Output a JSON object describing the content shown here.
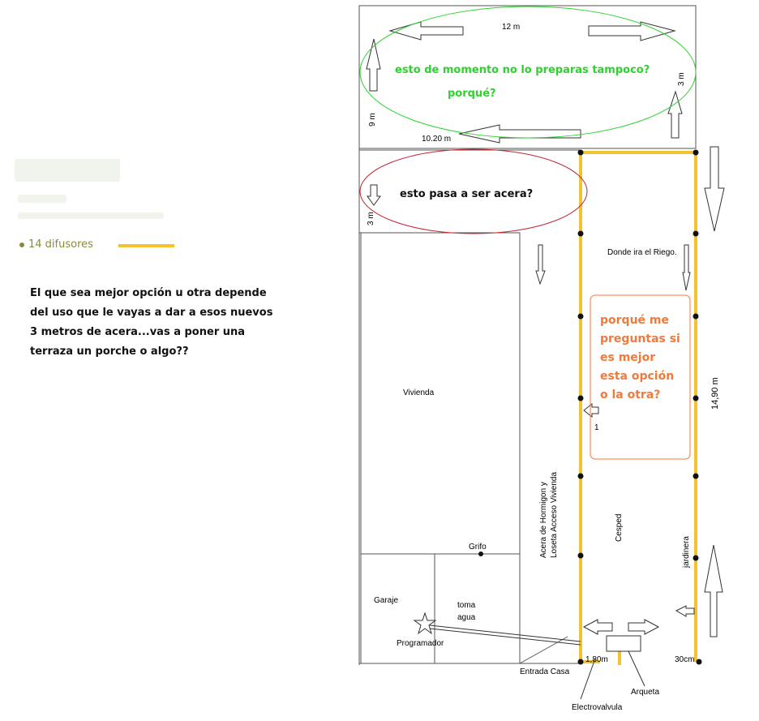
{
  "legend": {
    "diffusers_label": "14 difusores",
    "pipe_color": "#f2c230"
  },
  "note_left": "El que sea mejor opción u otra depende del uso que le vayas a dar a esos nuevos 3 metros de acera...vas a poner una terraza un porche o algo??",
  "dimensions": {
    "top_width": "12 m",
    "top_height": "9 m",
    "mid_width": "10.20 m",
    "strip_height": "3 m",
    "right_length": "14,90 m",
    "right_small": "3 m",
    "bottom_left": "1,80m",
    "bottom_right": "30cm"
  },
  "labels": {
    "vivienda": "Vivienda",
    "acera": "Acera de Hormigon y Loseta Acceso Vivienda",
    "cesped": "Cesped",
    "jardinera": "jardinera",
    "riego": "Donde ira el Riego.",
    "grifo": "Grifo",
    "garaje": "Garaje",
    "toma_agua": "toma agua",
    "programador": "Programador",
    "entrada": "Entrada Casa",
    "electrovalvula": "Electrovalvula",
    "arqueta": "Arqueta",
    "marker_1": "1"
  },
  "comments": {
    "top_ellipse": "esto de momento no lo preparas tampoco?",
    "top_ellipse_2": "porqué?",
    "strip_ellipse": "esto pasa a ser acera?",
    "box_orange": "porqué me preguntas si es mejor esta opción o la otra?"
  },
  "colors": {
    "green_ellipse": "#2ed12e",
    "red_ellipse": "#c0272d",
    "orange_box": "#f07a3c",
    "text_olive": "#8a8a3a",
    "pipe": "#f2c230"
  }
}
